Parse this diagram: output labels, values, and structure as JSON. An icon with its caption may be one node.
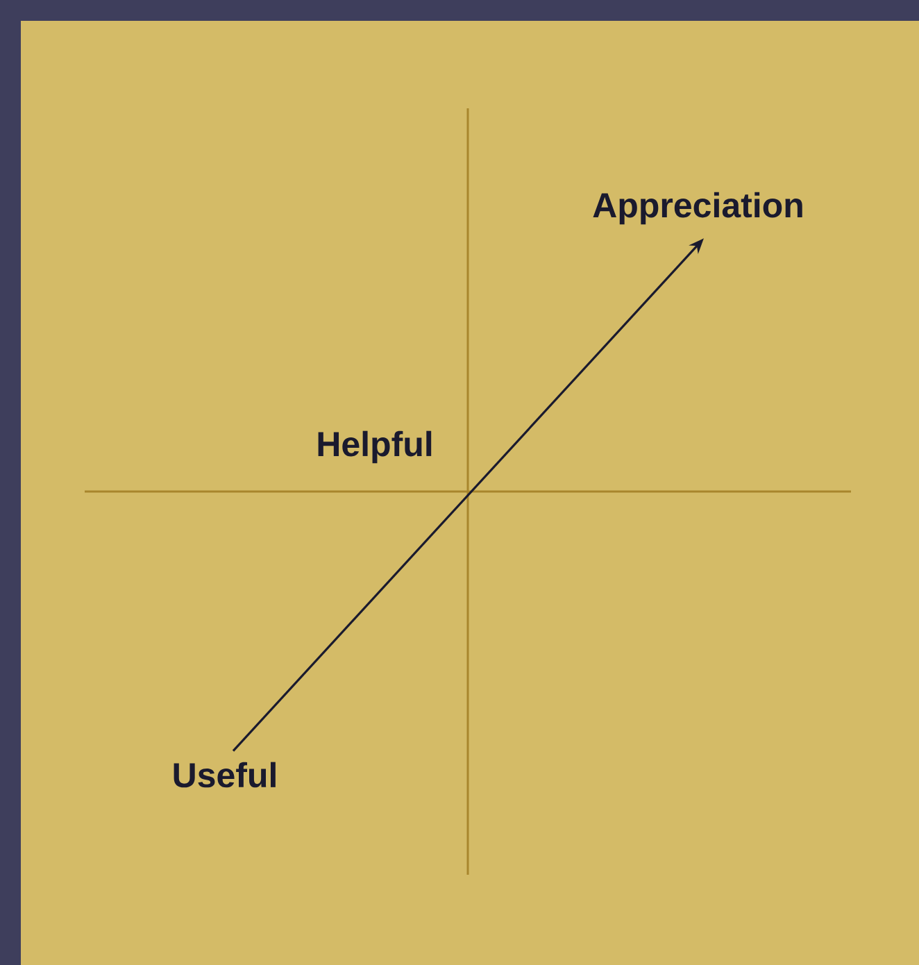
{
  "diagram": {
    "nodes": [
      {
        "text": [
          "Useful"
        ]
      },
      {
        "text": [
          "Appreciation"
        ]
      }
    ],
    "edges": [
      {
        "from": 0,
        "to": 1,
        "arrow": "to"
      }
    ],
    "labels": [
      "Helpful"
    ]
  }
}
